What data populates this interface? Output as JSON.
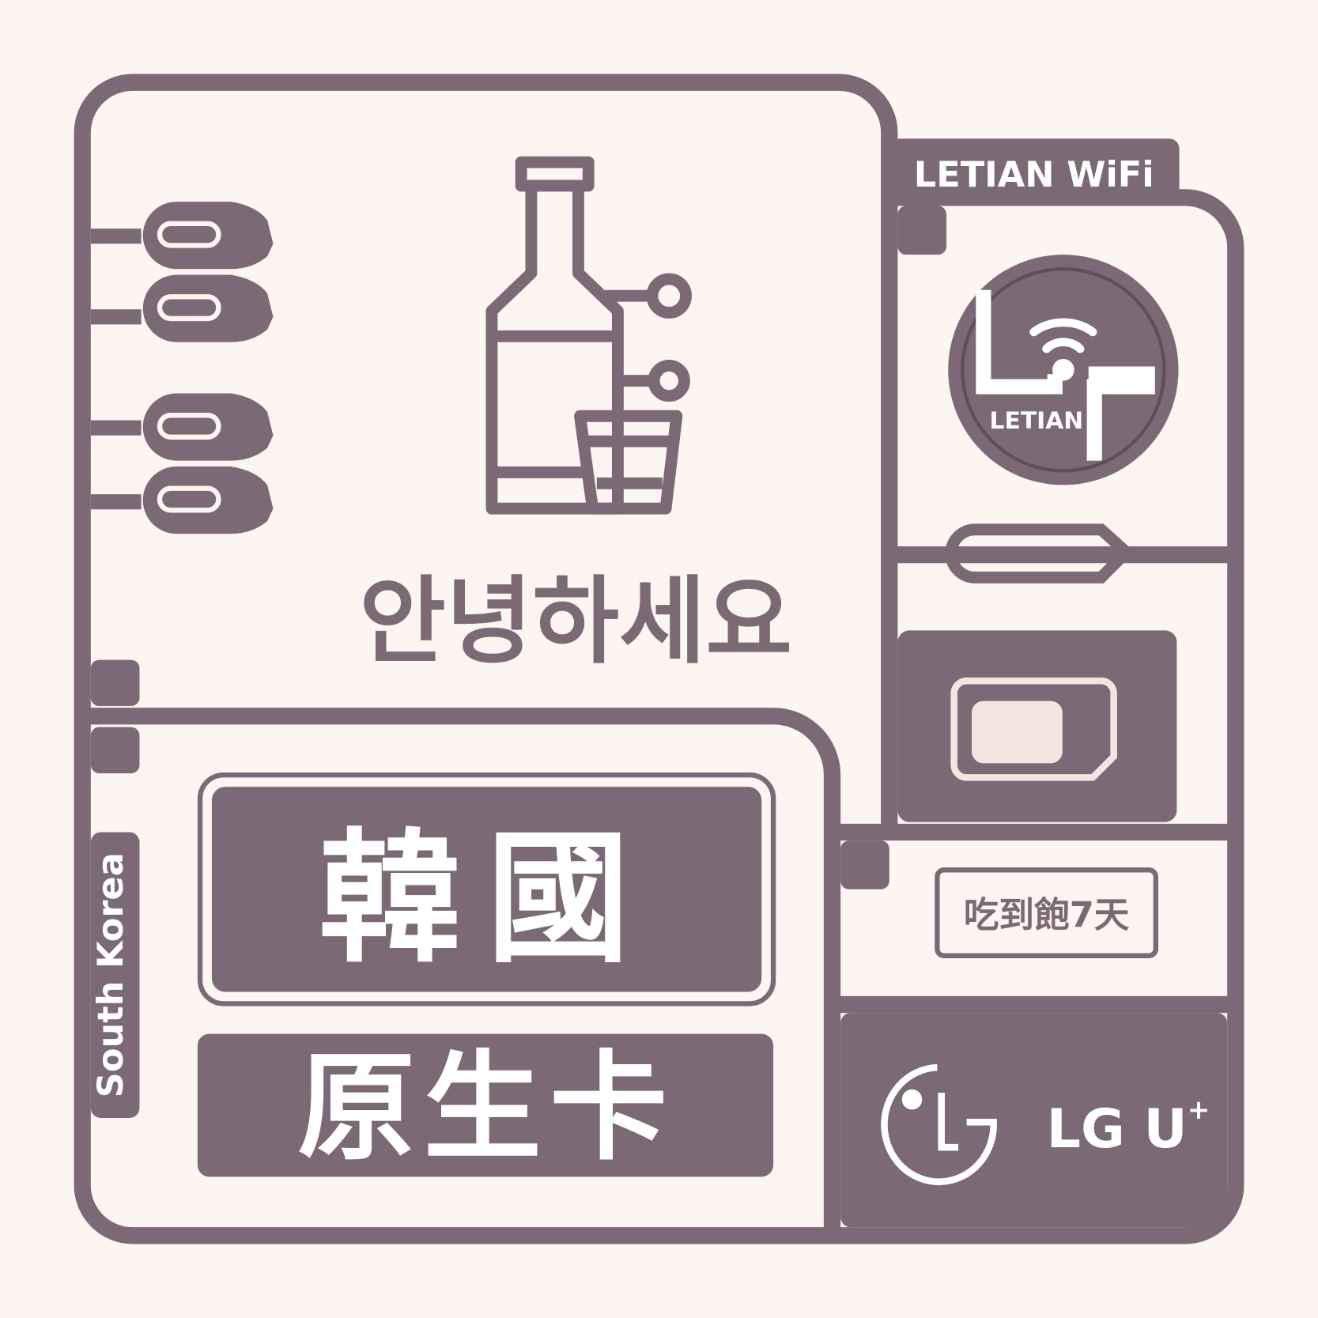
{
  "colors": {
    "background": "#fdf5f2",
    "primary": "#7b6a75",
    "text_light": "#ffffff"
  },
  "tab_label": "LETIAN WiFi",
  "logo_text": "LETIAN",
  "greeting": "안녕하세요",
  "country_title": "韓國",
  "card_type": "原生卡",
  "country_english": "South Korea",
  "plan_badge": "吃到飽7天",
  "carrier": {
    "name": "LG U",
    "sup": "+"
  },
  "icons": [
    "soju-bottle-icon",
    "shot-glass-icon",
    "skewer-icon",
    "wifi-icon",
    "sim-card-icon",
    "sim-eject-pin-icon",
    "lg-logo-icon"
  ]
}
